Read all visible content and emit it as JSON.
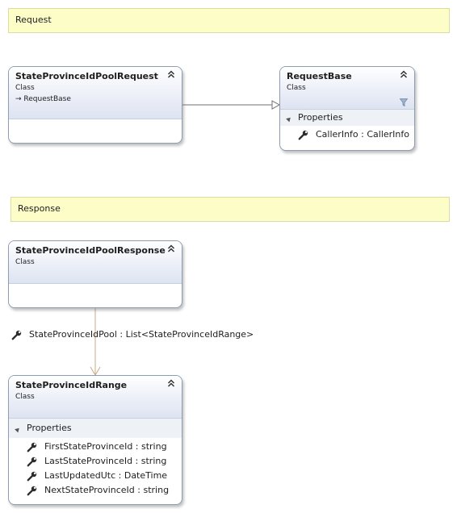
{
  "notes": {
    "request": "Request",
    "response": "Response"
  },
  "classes": {
    "state_province_id_pool_request": {
      "name": "StateProvinceIdPoolRequest",
      "kind": "Class",
      "base": "RequestBase"
    },
    "request_base": {
      "name": "RequestBase",
      "kind": "Class",
      "section": "Properties",
      "members": [
        "CallerInfo : CallerInfo"
      ]
    },
    "state_province_id_pool_response": {
      "name": "StateProvinceIdPoolResponse",
      "kind": "Class"
    },
    "state_province_id_range": {
      "name": "StateProvinceIdRange",
      "kind": "Class",
      "section": "Properties",
      "members": [
        "FirstStateProvinceId : string",
        "LastStateProvinceId : string",
        "LastUpdatedUtc : DateTime",
        "NextStateProvinceId : string"
      ]
    }
  },
  "association": {
    "label": "StateProvinceIdPool : List<StateProvinceIdRange>"
  },
  "colors": {
    "note_fill": "#fdfdc8",
    "class_border": "#8f9db0",
    "inheritance_line": "#707070",
    "association_line": "#c8a888"
  },
  "icons": {
    "collapse": "double-chevron-up-icon",
    "filter": "filter-icon",
    "property": "wrench-icon",
    "inherits": "arrow-right-icon"
  }
}
